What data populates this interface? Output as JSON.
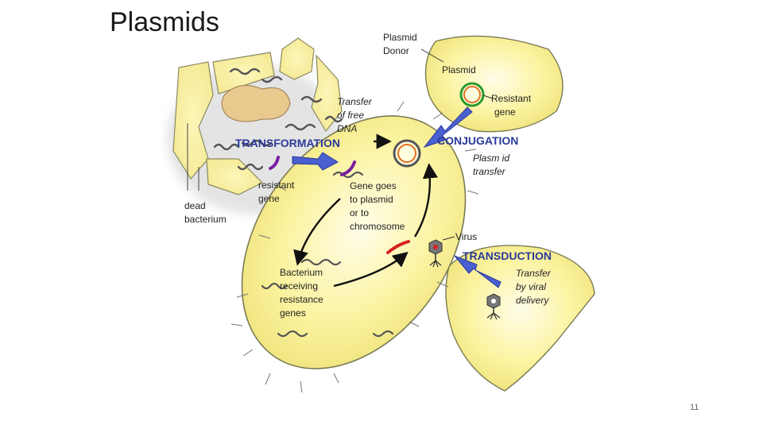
{
  "slide": {
    "title": "Plasmids",
    "number": "11"
  },
  "diagram": {
    "labels": {
      "plasmid_donor_l1": "Plasmid",
      "plasmid_donor_l2": "Donor",
      "plasmid": "Plasmid",
      "resistant_gene_l1": "Resistant",
      "resistant_gene_l2": "gene",
      "transfer_free_dna_l1": "Transfer",
      "transfer_free_dna_l2": "of free",
      "transfer_free_dna_l3": "DNA",
      "transformation": "TRANSFORMATION",
      "conjugation": "CONJUGATION",
      "plasmid_transfer_l1": "Plasm id",
      "plasmid_transfer_l2": "transfer",
      "resistant_gene2_l1": "resistant",
      "resistant_gene2_l2": "gene",
      "dead_bacterium_l1": "dead",
      "dead_bacterium_l2": "bacterium",
      "gene_goes_l1": "Gene goes",
      "gene_goes_l2": "to plasmid",
      "gene_goes_l3": "or to",
      "gene_goes_l4": "chromosome",
      "virus": "Virus",
      "transduction": "TRANSDUCTION",
      "viral_delivery_l1": "Transfer",
      "viral_delivery_l2": "by viral",
      "viral_delivery_l3": "delivery",
      "receiving_l1": "Bacterium",
      "receiving_l2": "receiving",
      "receiving_l3": "resistance",
      "receiving_l4": "genes"
    },
    "colors": {
      "cell_fill": "#fbf3a0",
      "cell_fill_light": "#fffbd0",
      "outline": "#7a7a55",
      "arrow_blue": "#4a5fd0",
      "label_blue": "#2a3a9a",
      "gene_purple": "#7a1fa0",
      "gene_red": "#d62020",
      "plasmid_green": "#2a9a2a",
      "plasmid_orange": "#e07020"
    }
  }
}
